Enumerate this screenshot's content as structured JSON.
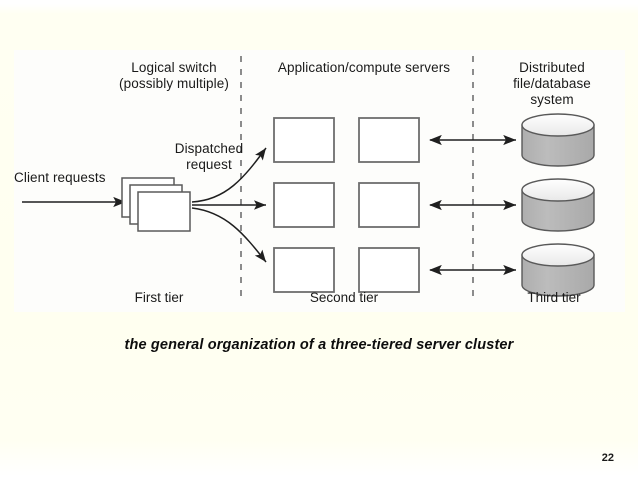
{
  "slide": {
    "page_number": "22",
    "caption": "the general organization of a three-tiered server cluster",
    "background_color": "#fffff2"
  },
  "figure": {
    "headers": {
      "first_tier": "Logical switch\n(possibly multiple)",
      "second_tier": "Application/compute servers",
      "third_tier": "Distributed\nfile/database\nsystem"
    },
    "annotations": {
      "client_requests": "Client requests",
      "dispatched_request": "Dispatched\nrequest"
    },
    "tier_footers": {
      "first": "First tier",
      "second": "Second tier",
      "third": "Third tier"
    },
    "colors": {
      "stroke": "#3a3a3a",
      "cylinder_body": "#b5b5b5",
      "cylinder_top": "#f2f2f2",
      "divider": "#8c8c8c",
      "panel_bg": "#fdfdfb"
    },
    "counts": {
      "switch_stack": 3,
      "server_columns": 2,
      "server_rows": 3,
      "servers_total": 6,
      "storage_cylinders": 3,
      "dispatch_arrows": 3,
      "storage_arrows": 3,
      "dividers": 2
    }
  }
}
